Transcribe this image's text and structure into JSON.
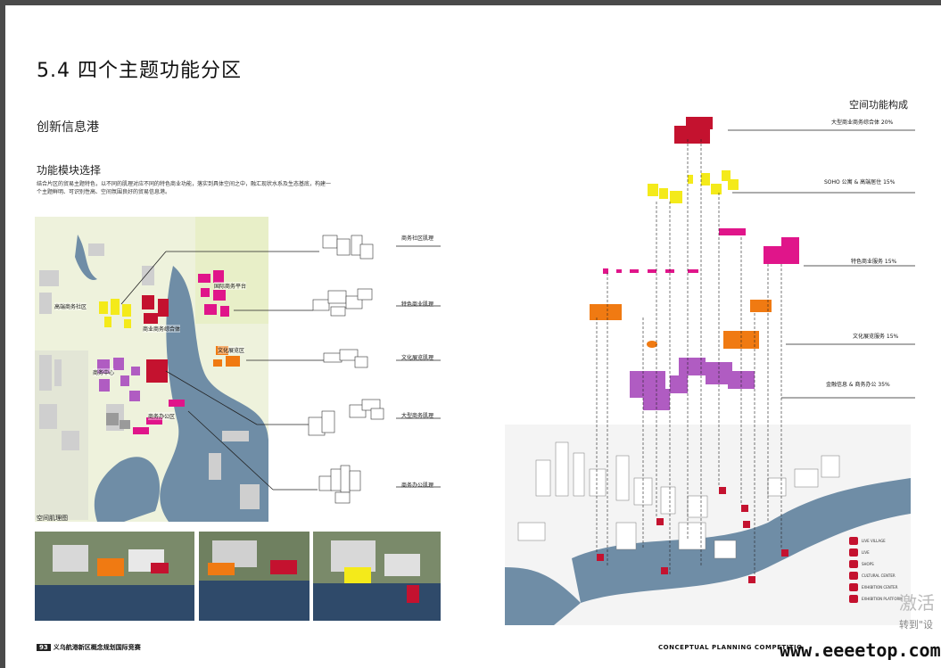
{
  "page": {
    "title": "5.4 四个主题功能分区",
    "subtitle": "创新信息港",
    "section_heading": "功能模块选择",
    "body_text": "结合片区的贸易主题特色，以不同的肌理对应不同的特色商业功能，落实到具体空间之中，融汇现状水系及生态基底，构建一个主题鲜明、可识别性高、空间氛围良好的贸易信息港。",
    "map_caption": "空间肌理图",
    "right_title": "空间功能构成"
  },
  "map_labels": [
    "高端商务社区",
    "国际商务平台",
    "商业商务综合体",
    "文化展览区",
    "商务中心",
    "商务办公区"
  ],
  "texture_labels": [
    "商务社区肌理",
    "特色商业肌理",
    "文化展览肌理",
    "大型商务肌理",
    "商务办公肌理"
  ],
  "function_labels": [
    "大型商业商务综合体 20%",
    "SOHO 公寓 & 高端居住 15%",
    "特色商业服务 15%",
    "文化展览服务 15%",
    "金融信息 & 商务办公 35%"
  ],
  "legend": [
    "LIVE VILLAGE",
    "LIVE",
    "SHOPS",
    "CULTURAL CENTER",
    "EXHIBITION CENTER",
    "EXHIBITION PLATFORM"
  ],
  "footer": {
    "page_number": "93",
    "left_text": "义乌航港新区概念规划国际竞赛",
    "right_text": "CONCEPTUAL PLANNING COMPETITIO",
    "watermark": "www.eeeetop.com",
    "activate_1": "激活",
    "activate_2": "转到\"设"
  },
  "colors": {
    "magenta": "#c4122f",
    "pink": "#e0158a",
    "yellow": "#f4ea1a",
    "orange": "#f07a12",
    "purple": "#b05cc2",
    "water": "#6f8da6"
  }
}
